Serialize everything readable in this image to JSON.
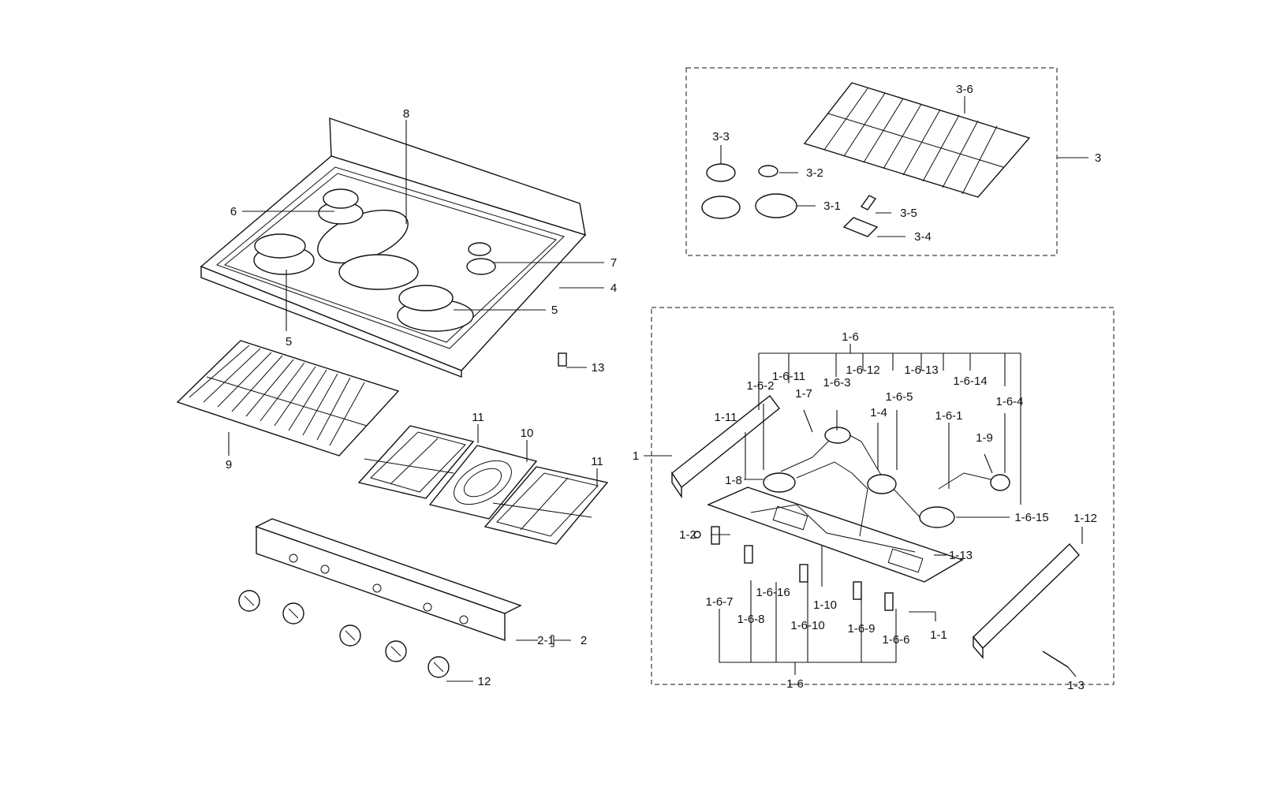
{
  "labels": {
    "cooktop": "4",
    "center_panel": "8",
    "burner_left_rear": "6",
    "burner_right_rear": "7",
    "burner_right_front": "5",
    "burner_left_front": "5",
    "oven_rack": "9",
    "grate_left": "11",
    "grate_center": "10",
    "grate_right": "11",
    "clip": "13",
    "control_panel_assy": "2",
    "control_panel": "2-1",
    "knobs": "12",
    "accessory_kit": "3",
    "kit_rack": "3-6",
    "kit_cap_small_outline": "3-3",
    "kit_cap_small": "3-2",
    "kit_cap_large": "3-1",
    "kit_bracket": "3-5",
    "kit_screws": "3-4",
    "manifold_assy": "1",
    "valve_assy_top": "1-6",
    "valve_assy_bottom": "1-6",
    "v_1_6_11": "1-6-11",
    "v_1_6_12": "1-6-12",
    "v_1_6_13": "1-6-13",
    "v_1_6_14": "1-6-14",
    "v_1_6_2": "1-6-2",
    "v_1_6_3": "1-6-3",
    "v_1_6_5": "1-6-5",
    "v_1_6_4": "1-6-4",
    "v_1_6_1": "1-6-1",
    "v_1_6_15": "1-6-15",
    "v_1_6_7": "1-6-7",
    "v_1_6_8": "1-6-8",
    "v_1_6_16": "1-6-16",
    "v_1_6_10": "1-6-10",
    "v_1_6_9": "1-6-9",
    "v_1_6_6": "1-6-6",
    "p_1_7": "1-7",
    "p_1_4": "1-4",
    "p_1_9": "1-9",
    "p_1_11": "1-11",
    "p_1_8": "1-8",
    "p_1_2": "1-2",
    "p_1_10": "1-10",
    "p_1_13": "1-13",
    "p_1_12": "1-12",
    "p_1_1": "1-1",
    "p_1_3": "1-3"
  }
}
